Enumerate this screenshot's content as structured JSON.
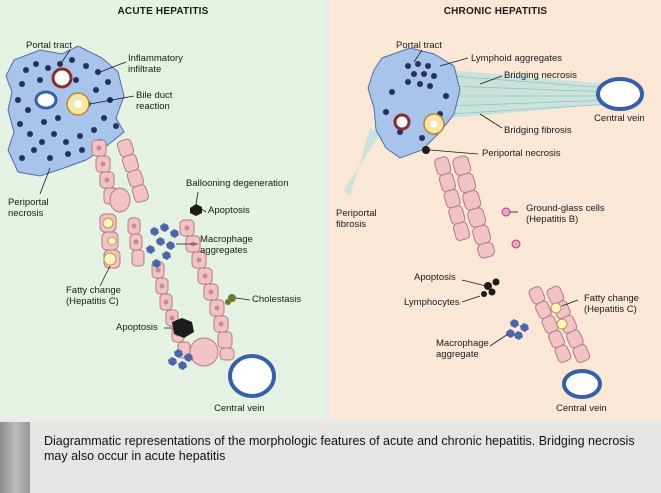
{
  "acute": {
    "title": "ACUTE HEPATITIS",
    "labels": {
      "portal_tract": "Portal tract",
      "inflammatory_infiltrate": "Inflammatory\ninfiltrate",
      "bile_duct_reaction": "Bile duct\nreaction",
      "periportal_necrosis": "Periportal\nnecrosis",
      "ballooning_degeneration": "Ballooning degeneration",
      "apoptosis_top": "Apoptosis",
      "macrophage_aggregates": "Macrophage\naggregates",
      "fatty_change": "Fatty change\n(Hepatitis C)",
      "cholestasis": "Cholestasis",
      "apoptosis_bottom": "Apoptosis",
      "central_vein": "Central vein"
    }
  },
  "chronic": {
    "title": "CHRONIC HEPATITIS",
    "labels": {
      "portal_tract": "Portal tract",
      "lymphoid_aggregates": "Lymphoid aggregates",
      "bridging_necrosis": "Bridging necrosis",
      "central_vein_top": "Central vein",
      "bridging_fibrosis": "Bridging fibrosis",
      "periportal_necrosis": "Periportal necrosis",
      "periportal_fibrosis": "Periportal\nfibrosis",
      "ground_glass_cells": "Ground-glass cells\n(Hepatitis B)",
      "apoptosis": "Apoptosis",
      "lymphocytes": "Lymphocytes",
      "fatty_change": "Fatty change\n(Hepatitis C)",
      "macrophage_aggregate": "Macrophage\naggregate",
      "central_vein_bottom": "Central vein"
    }
  },
  "caption": "Diagrammatic representations of the morphologic features of acute and chronic hepatitis. Bridging necrosis may also occur in acute hepatitis",
  "colors": {
    "acute_bg": "#e4f1e3",
    "chronic_bg": "#fbe7d6",
    "portal_tract": "#a9c4ea",
    "hepatocyte": "#f2c3c6",
    "nucleus": "#c98a97",
    "vein_wall": "#3760a8",
    "inflammatory_cell": "#26305e"
  }
}
